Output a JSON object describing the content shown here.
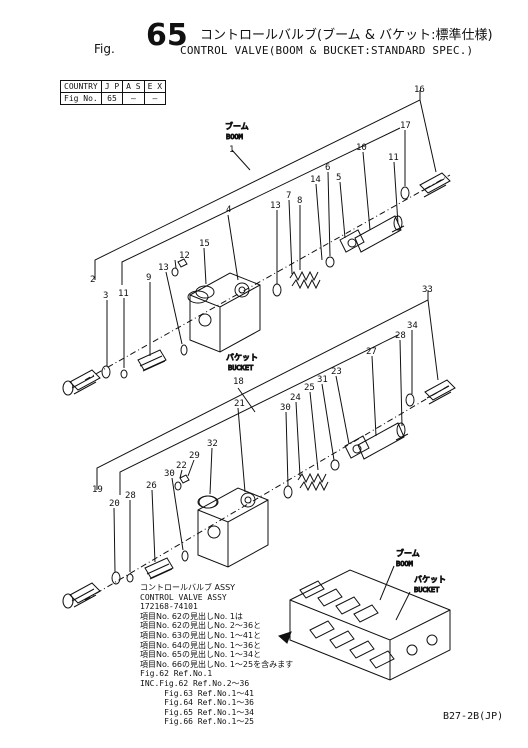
{
  "header": {
    "fig_prefix": "Fig.",
    "fig_number": "65",
    "title_jp": "コントロールバルブ(ブーム & バケット:標準仕様)",
    "title_en": "CONTROL VALVE(BOOM & BUCKET:STANDARD SPEC.)"
  },
  "country_table": {
    "row1": [
      "COUNTRY",
      "J P",
      "A S",
      "E X"
    ],
    "row2": [
      "Fig No.",
      "65",
      "—",
      "—"
    ]
  },
  "labels": {
    "boom_jp": "ブーム",
    "boom_en": "BOOM",
    "bucket_jp": "バケット",
    "bucket_en": "BUCKET",
    "inset_boom_jp": "ブーム",
    "inset_boom_en": "BOOM",
    "inset_bucket_jp": "バケット",
    "inset_bucket_en": "BUCKET"
  },
  "callouts": {
    "boom": [
      "1",
      "2",
      "3",
      "4",
      "5",
      "6",
      "7",
      "8",
      "9",
      "10",
      "11",
      "11",
      "12",
      "13",
      "13",
      "14",
      "15",
      "16",
      "17"
    ],
    "bucket": [
      "18",
      "19",
      "20",
      "21",
      "22",
      "23",
      "24",
      "25",
      "26",
      "27",
      "28",
      "28",
      "29",
      "30",
      "30",
      "31",
      "32",
      "33",
      "34"
    ]
  },
  "notes": {
    "jp_title": "コントロールバルブ ASSY",
    "en_title": "CONTROL VALVE ASSY",
    "part_no": "172168-74101",
    "lines_jp": [
      "項目No. 62の見出しNo. 1は",
      "項目No. 62の見出しNo. 2〜36と",
      "項目No. 63の見出しNo. 1〜41と",
      "項目No. 64の見出しNo. 1〜36と",
      "項目No. 65の見出しNo. 1〜34と",
      "項目No. 66の見出しNo. 1〜25を含みます"
    ],
    "ref_line": "Fig.62 Ref.No.1",
    "inc_lines": [
      "INC.Fig.62 Ref.No.2〜36",
      "     Fig.63 Ref.No.1〜41",
      "     Fig.64 Ref.No.1〜36",
      "     Fig.65 Ref.No.1〜34",
      "     Fig.66 Ref.No.1〜25"
    ]
  },
  "footer": {
    "code": "B27-2B(JP)"
  }
}
